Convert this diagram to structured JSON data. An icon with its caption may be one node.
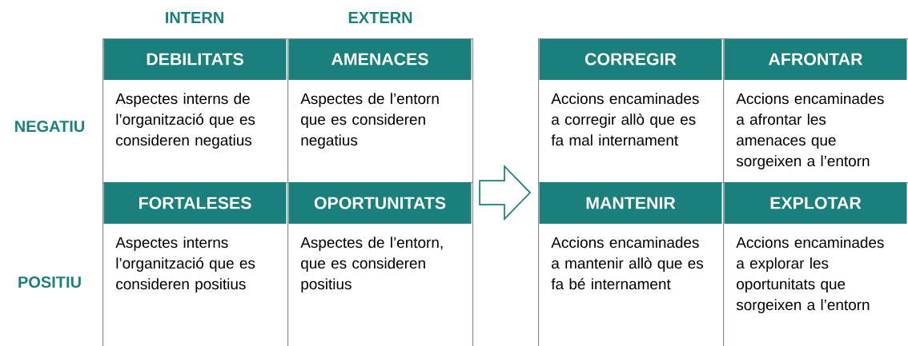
{
  "diagram": {
    "nodes": [
      {
        "text": [],
        "shape": "box"
      },
      {
        "text": [
          "DEBILITATS",
          "Aspectes interns de l’organització que es consideren negatius"
        ],
        "in": 0
      },
      {
        "text": [
          "AMENACES",
          "Aspectes de l’entorn que es consideren negatius"
        ],
        "in": 0
      },
      {
        "text": [
          "FORTALESES",
          "Aspectes interns l’organització que es consideren positius"
        ],
        "in": 0
      },
      {
        "text": [
          "OPORTUNITATS",
          "Aspectes de l’entorn, que es consideren positius"
        ],
        "in": 0
      },
      {
        "text": [],
        "shape": "box"
      },
      {
        "text": [
          "CORREGIR",
          "Accions encaminades a corregir allò que es fa mal internament"
        ],
        "in": 5
      },
      {
        "text": [
          "AFRONTAR",
          "Accions encaminades a afrontar les amenaces que sorgeixen a l’entorn"
        ],
        "in": 5
      },
      {
        "text": [
          "MANTENIR",
          "Accions encaminades a mantenir allò que es fa bé internament"
        ],
        "in": 5
      },
      {
        "text": [
          "EXPLOTAR",
          "Accions encaminades a explorar les oportunitats que sorgeixen a l’entorn"
        ],
        "in": 5
      }
    ],
    "edges": [
      {
        "from": 0,
        "to": 5,
        "arrow": "to"
      }
    ],
    "labels": [
      "INTERN",
      "EXTERN",
      "NEGATIU",
      "POSITIU"
    ]
  }
}
